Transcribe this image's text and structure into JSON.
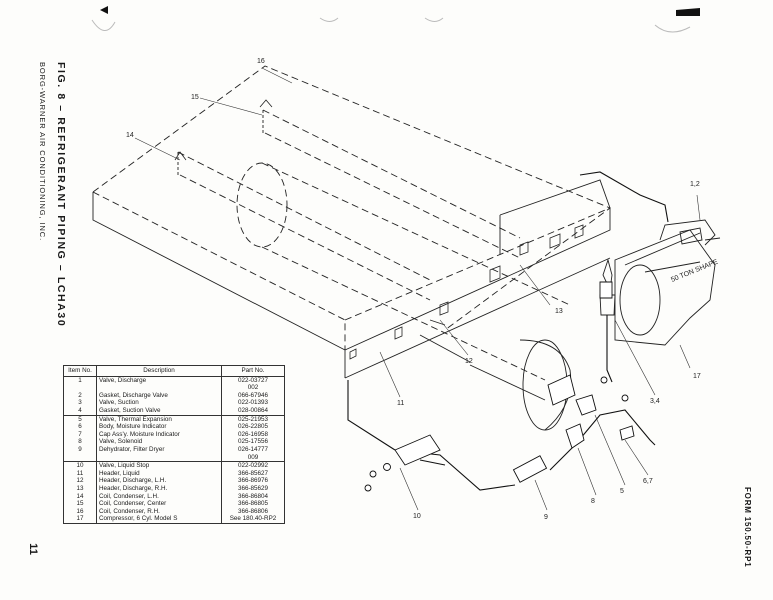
{
  "page": {
    "figure_title": "FIG. 8 – REFRIGERANT PIPING – LCHA30",
    "company": "BORG-WARNER AIR CONDITIONING, INC.",
    "form": "FORM 150.50-RP1",
    "page_number": "11"
  },
  "table": {
    "headers": {
      "item": "Item No.",
      "description": "Description",
      "part": "Part No."
    },
    "rows": [
      {
        "no": "1",
        "desc": "Valve, Discharge",
        "part": "022-03727",
        "part2": "002"
      },
      {
        "no": "2",
        "desc": "Gasket, Discharge Valve",
        "part": "066-67946"
      },
      {
        "no": "3",
        "desc": "Valve, Suction",
        "part": "022-01393"
      },
      {
        "no": "4",
        "desc": "Gasket, Suction Valve",
        "part": "028-00864"
      },
      {
        "no": "5",
        "desc": "Valve, Thermal Expansion",
        "part": "025-21953"
      },
      {
        "no": "6",
        "desc": "Body, Moisture Indicator",
        "part": "026-22805"
      },
      {
        "no": "7",
        "desc": "Cap Ass'y. Moisture Indicator",
        "part": "026-16958"
      },
      {
        "no": "8",
        "desc": "Valve, Solenoid",
        "part": "025-17556"
      },
      {
        "no": "9",
        "desc": "Dehydrator, Filter Dryer",
        "part": "026-14777",
        "part2": "009"
      },
      {
        "no": "10",
        "desc": "Valve, Liquid Stop",
        "part": "022-02992"
      },
      {
        "no": "11",
        "desc": "Header, Liquid",
        "part": "366-85627"
      },
      {
        "no": "12",
        "desc": "Header, Discharge, L.H.",
        "part": "366-86976"
      },
      {
        "no": "13",
        "desc": "Header, Discharge, R.H.",
        "part": "366-85629"
      },
      {
        "no": "14",
        "desc": "Coil, Condenser, L.H.",
        "part": "366-86804"
      },
      {
        "no": "15",
        "desc": "Coil, Condenser, Center",
        "part": "366-86805"
      },
      {
        "no": "16",
        "desc": "Coil, Condenser, R.H.",
        "part": "366-86806"
      },
      {
        "no": "17",
        "desc": "Compressor, 6 Cyl. Model S",
        "part": "See 180.40-RP2"
      }
    ]
  },
  "callouts": {
    "c1_2": "1,2",
    "c3_4": "3,4",
    "c5": "5",
    "c6_7": "6,7",
    "c8": "8",
    "c9": "9",
    "c10": "10",
    "c11": "11",
    "c12": "12",
    "c13": "13",
    "c14": "14",
    "c15": "15",
    "c16": "16",
    "c17": "17"
  },
  "compressor_label": "50 TON SHAPE"
}
